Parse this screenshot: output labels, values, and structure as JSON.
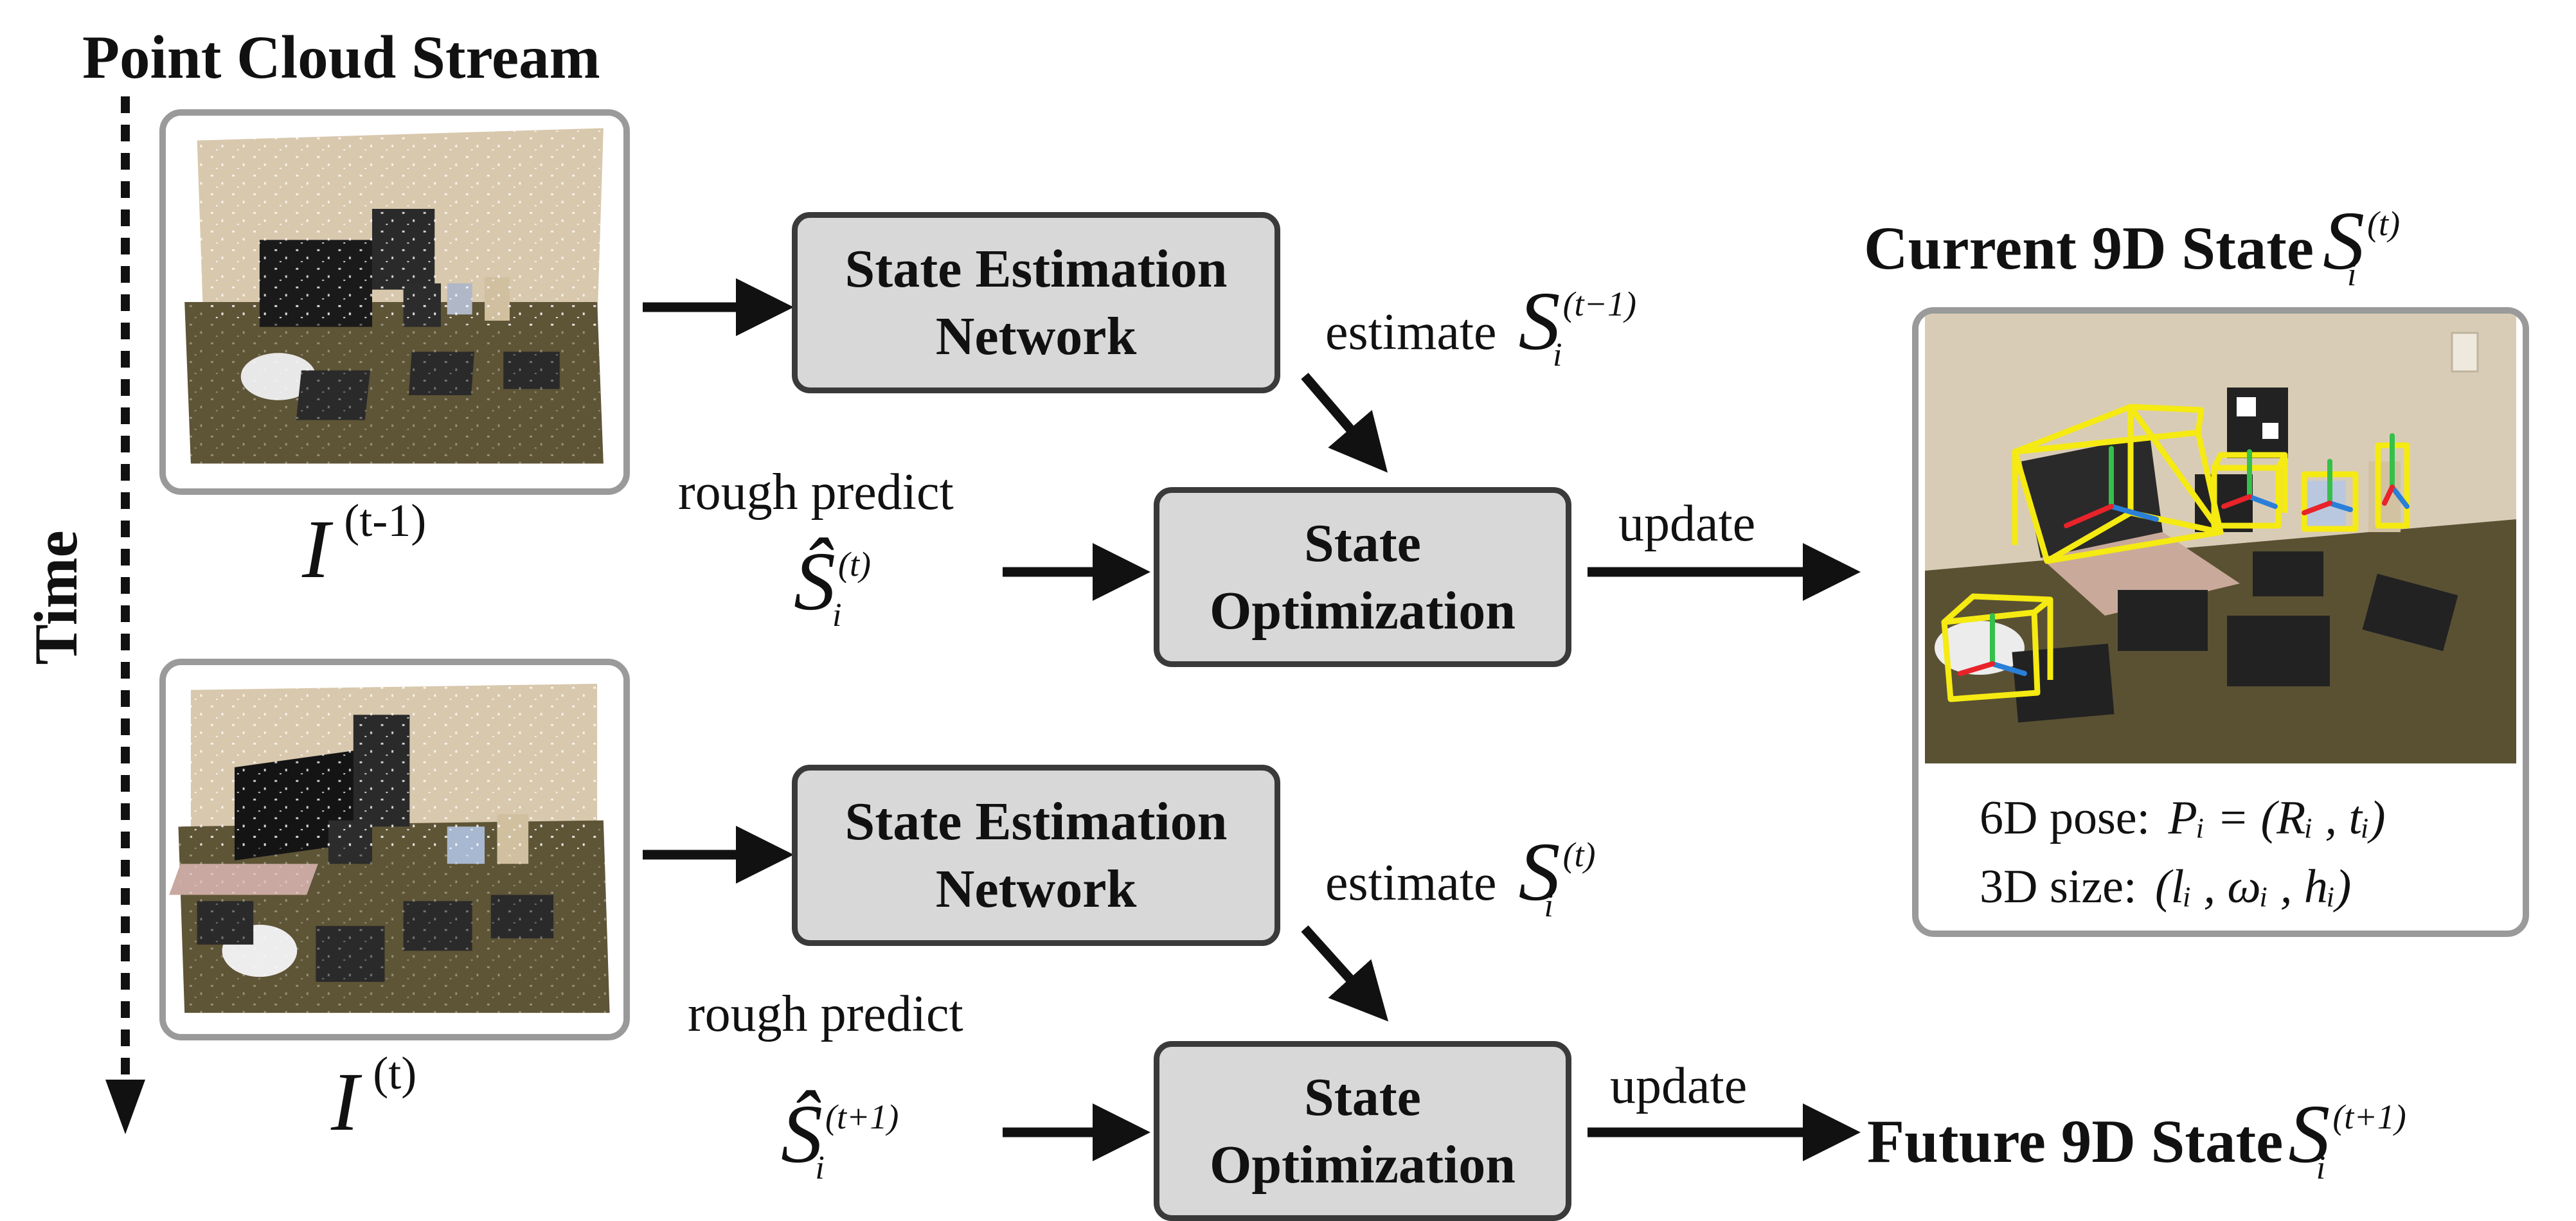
{
  "stream": {
    "title": "Point Cloud Stream",
    "time_label": "Time"
  },
  "frames": {
    "prev": {
      "label": "I",
      "label_sup": "(t-1)"
    },
    "curr": {
      "label": "I",
      "label_sup": "(t)"
    }
  },
  "rows": [
    {
      "network": {
        "line1": "State Estimation",
        "line2": "Network"
      },
      "estimate": {
        "text": "estimate",
        "sup": "(t−1)",
        "sub": "i",
        "symbol": "S"
      },
      "predict": {
        "text": "rough predict",
        "symbol": "Ŝ",
        "sup": "(t)",
        "sub": "i"
      },
      "optimization": {
        "line1": "State",
        "line2": "Optimization"
      },
      "update": "update"
    },
    {
      "network": {
        "line1": "State Estimation",
        "line2": "Network"
      },
      "estimate": {
        "text": "estimate",
        "sup": "(t)",
        "sub": "i",
        "symbol": "S"
      },
      "predict": {
        "text": "rough predict",
        "symbol": "Ŝ",
        "sup": "(t+1)",
        "sub": "i"
      },
      "optimization": {
        "line1": "State",
        "line2": "Optimization"
      },
      "update": "update"
    }
  ],
  "current_state": {
    "title": "Current 9D State",
    "symbol": "S",
    "sup": "(t)",
    "sub": "i",
    "pose_label": "6D pose:",
    "pose_expr": "Pᵢ = (Rᵢ , tᵢ)",
    "size_label": "3D size:",
    "size_expr": "(lᵢ , ωᵢ , hᵢ)"
  },
  "future_state": {
    "title": "Future 9D State",
    "symbol": "S",
    "sup": "(t+1)",
    "sub": "i"
  },
  "colors": {
    "box_fill": "#d8d8d8",
    "box_border": "#3a3a3a",
    "frame_border": "#9a9a9a",
    "bbox_yellow": "#f5ea12",
    "axis_red": "#e8232a",
    "axis_green": "#35c04a",
    "axis_blue": "#2a7fd8"
  }
}
